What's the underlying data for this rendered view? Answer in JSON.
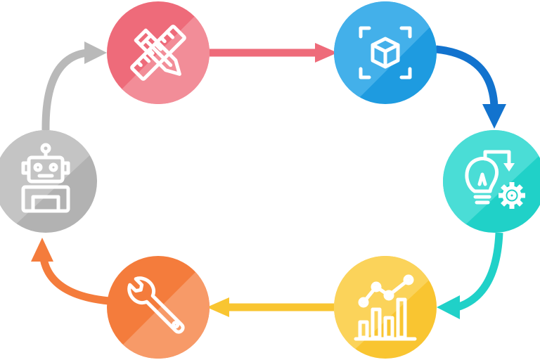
{
  "diagram": {
    "type": "cycle",
    "direction": "clockwise",
    "background": "#ffffff",
    "stages": [
      {
        "id": "design",
        "icon": "pencil-ruler-icon",
        "color": "#EE6B7A",
        "shade": "#F28D98"
      },
      {
        "id": "model",
        "icon": "3d-box-icon",
        "color": "#1E9BE0",
        "shade": "#43B0EA"
      },
      {
        "id": "ideate",
        "icon": "lightbulb-gear-icon",
        "color": "#20D1C8",
        "shade": "#4ADDD6"
      },
      {
        "id": "analyze",
        "icon": "bar-chart-trend-icon",
        "color": "#F9C531",
        "shade": "#FBD35A"
      },
      {
        "id": "build",
        "icon": "wrench-icon",
        "color": "#F47C3C",
        "shade": "#F79A68"
      },
      {
        "id": "automate",
        "icon": "robot-icon",
        "color": "#B2B2B2",
        "shade": "#C4C4C4"
      }
    ],
    "connectors": [
      {
        "from": "design",
        "to": "model",
        "color": "#EE6B7A"
      },
      {
        "from": "model",
        "to": "ideate",
        "color": "#1273CE"
      },
      {
        "from": "ideate",
        "to": "analyze",
        "color": "#20D1C8"
      },
      {
        "from": "analyze",
        "to": "build",
        "color": "#F9C531"
      },
      {
        "from": "build",
        "to": "automate",
        "color": "#F47C3C"
      },
      {
        "from": "automate",
        "to": "design",
        "color": "#B9B9B9"
      }
    ]
  }
}
